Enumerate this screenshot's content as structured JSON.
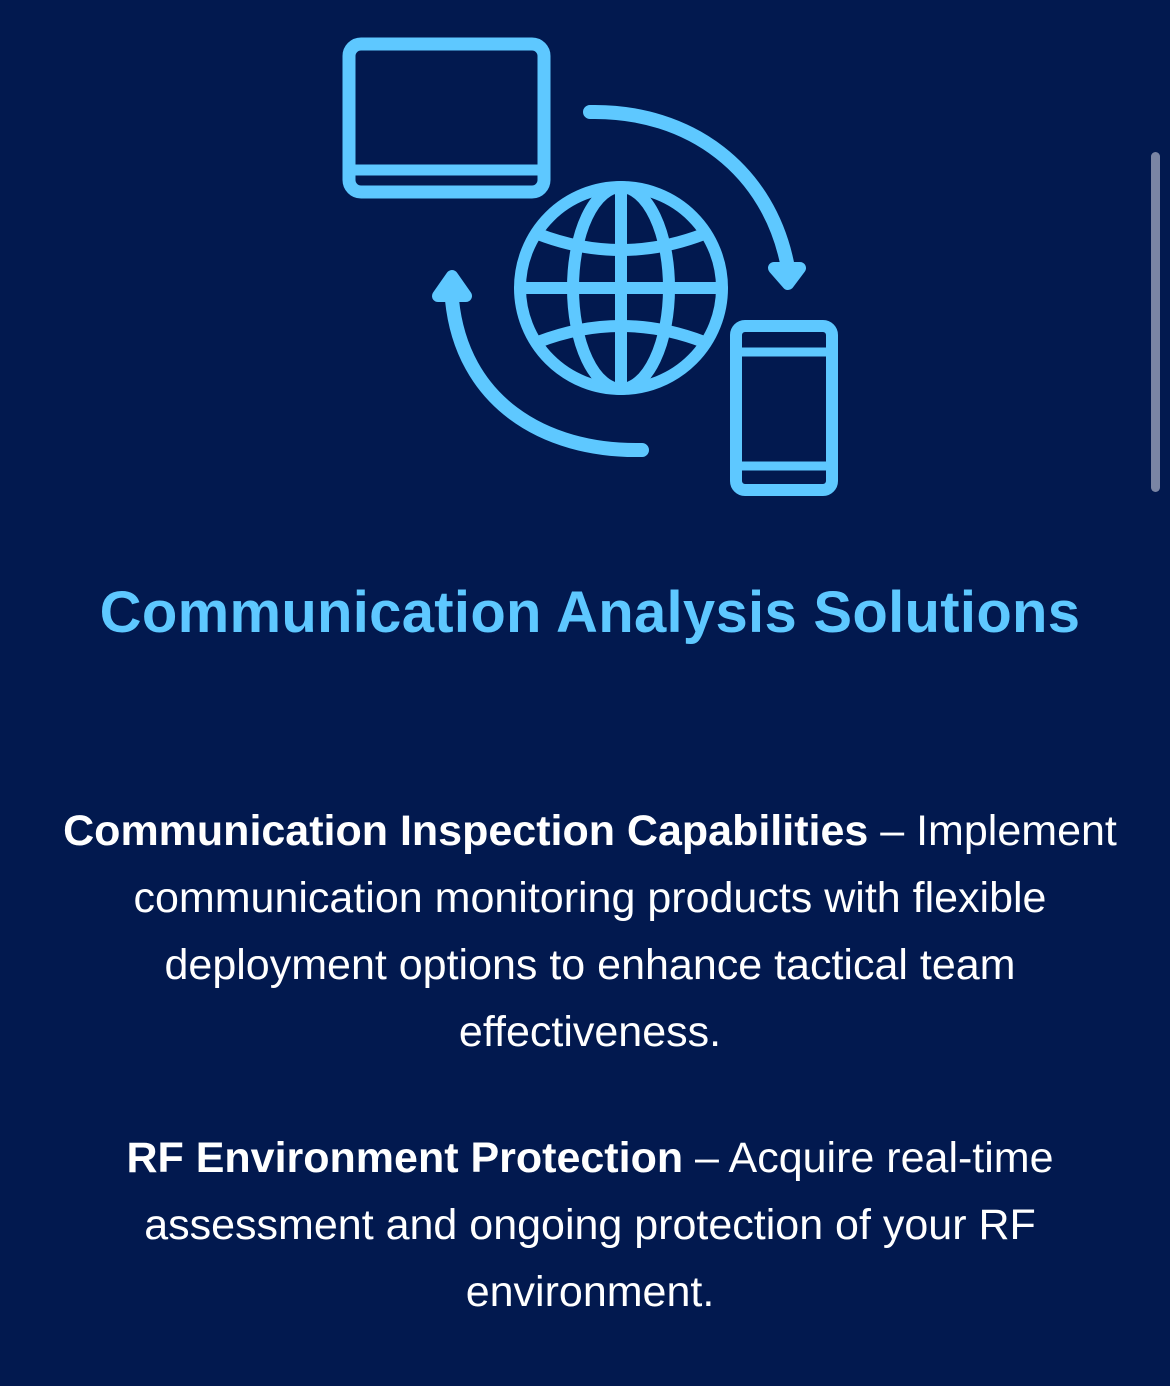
{
  "hero": {
    "icon": "communication-network-icon",
    "color": "#5ec8ff"
  },
  "title": "Communication Analysis Solutions",
  "features": [
    {
      "heading": "Communication Inspection Capabilities",
      "separator": " – ",
      "text": "Implement communication monitoring products with flexible deployment options to enhance tactical team effectiveness."
    },
    {
      "heading": "RF Environment Protection",
      "separator": " – ",
      "text": "Acquire real-time assessment and ongoing protection of your RF environment."
    }
  ],
  "colors": {
    "background": "#02194f",
    "accent": "#5ec8ff",
    "text": "#ffffff"
  }
}
